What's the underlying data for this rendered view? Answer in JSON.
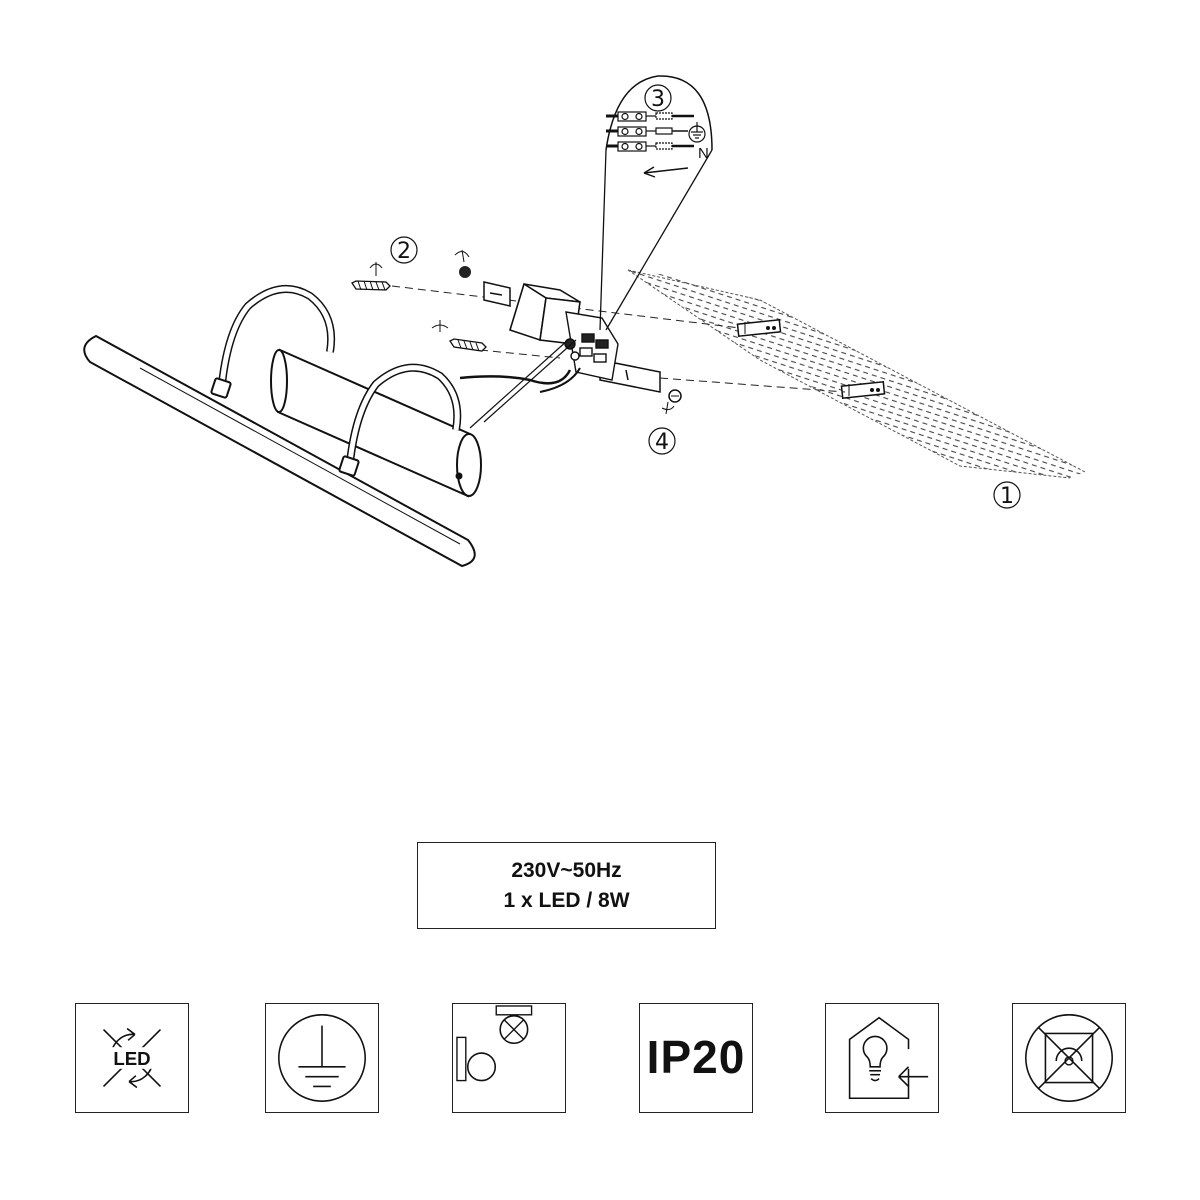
{
  "callouts": {
    "c1": "1",
    "c2": "2",
    "c3": "3",
    "c4": "4",
    "neutral": "N"
  },
  "spec": {
    "line1": "230V~50Hz",
    "line2": "1 x LED / 8W"
  },
  "icons": {
    "led": {
      "label": "LED",
      "icon": "led-replaceable-icon"
    },
    "earth": {
      "icon": "protective-earth-icon"
    },
    "mounting": {
      "icon": "wall-ceiling-mount-icon"
    },
    "ip": {
      "label": "IP20",
      "icon": "ip-rating-icon"
    },
    "indoor": {
      "icon": "indoor-use-icon"
    },
    "nodimmer": {
      "icon": "not-dimmable-icon"
    }
  }
}
